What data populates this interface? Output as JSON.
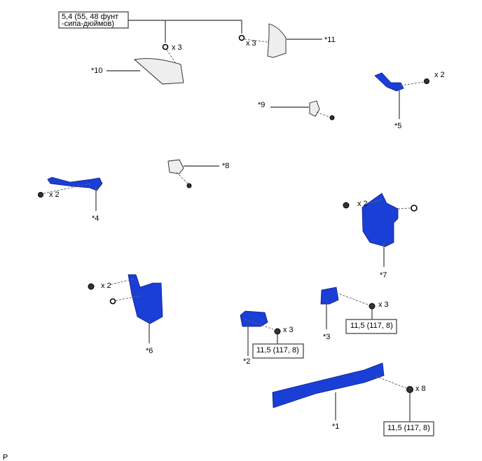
{
  "diagram": {
    "torque_spec_top": [
      "5,4 (55, 48 фунт",
      "-сипа-дюймов)"
    ],
    "torque_spec_bolt": "11,5 (117, 8)",
    "part_labels": {
      "p1": "*1",
      "p2": "*2",
      "p3": "*3",
      "p4": "*4",
      "p5": "*5",
      "p6": "*6",
      "p7": "*7",
      "p8": "*8",
      "p9": "*9",
      "p10": "*10",
      "p11": "*11"
    },
    "quantities": {
      "nut10": "x 3",
      "nut11": "x 3",
      "bolt5": "x 2",
      "bolt4": "x 2",
      "bolt7": "x 2",
      "bolt6": "x 2",
      "bolt2": "x 3",
      "bolt3": "x 3",
      "bolt1": "x 8"
    },
    "corner_mark": "P",
    "colors": {
      "highlight_part": "#1a3fd6",
      "other_part": "#eeeeee"
    }
  }
}
